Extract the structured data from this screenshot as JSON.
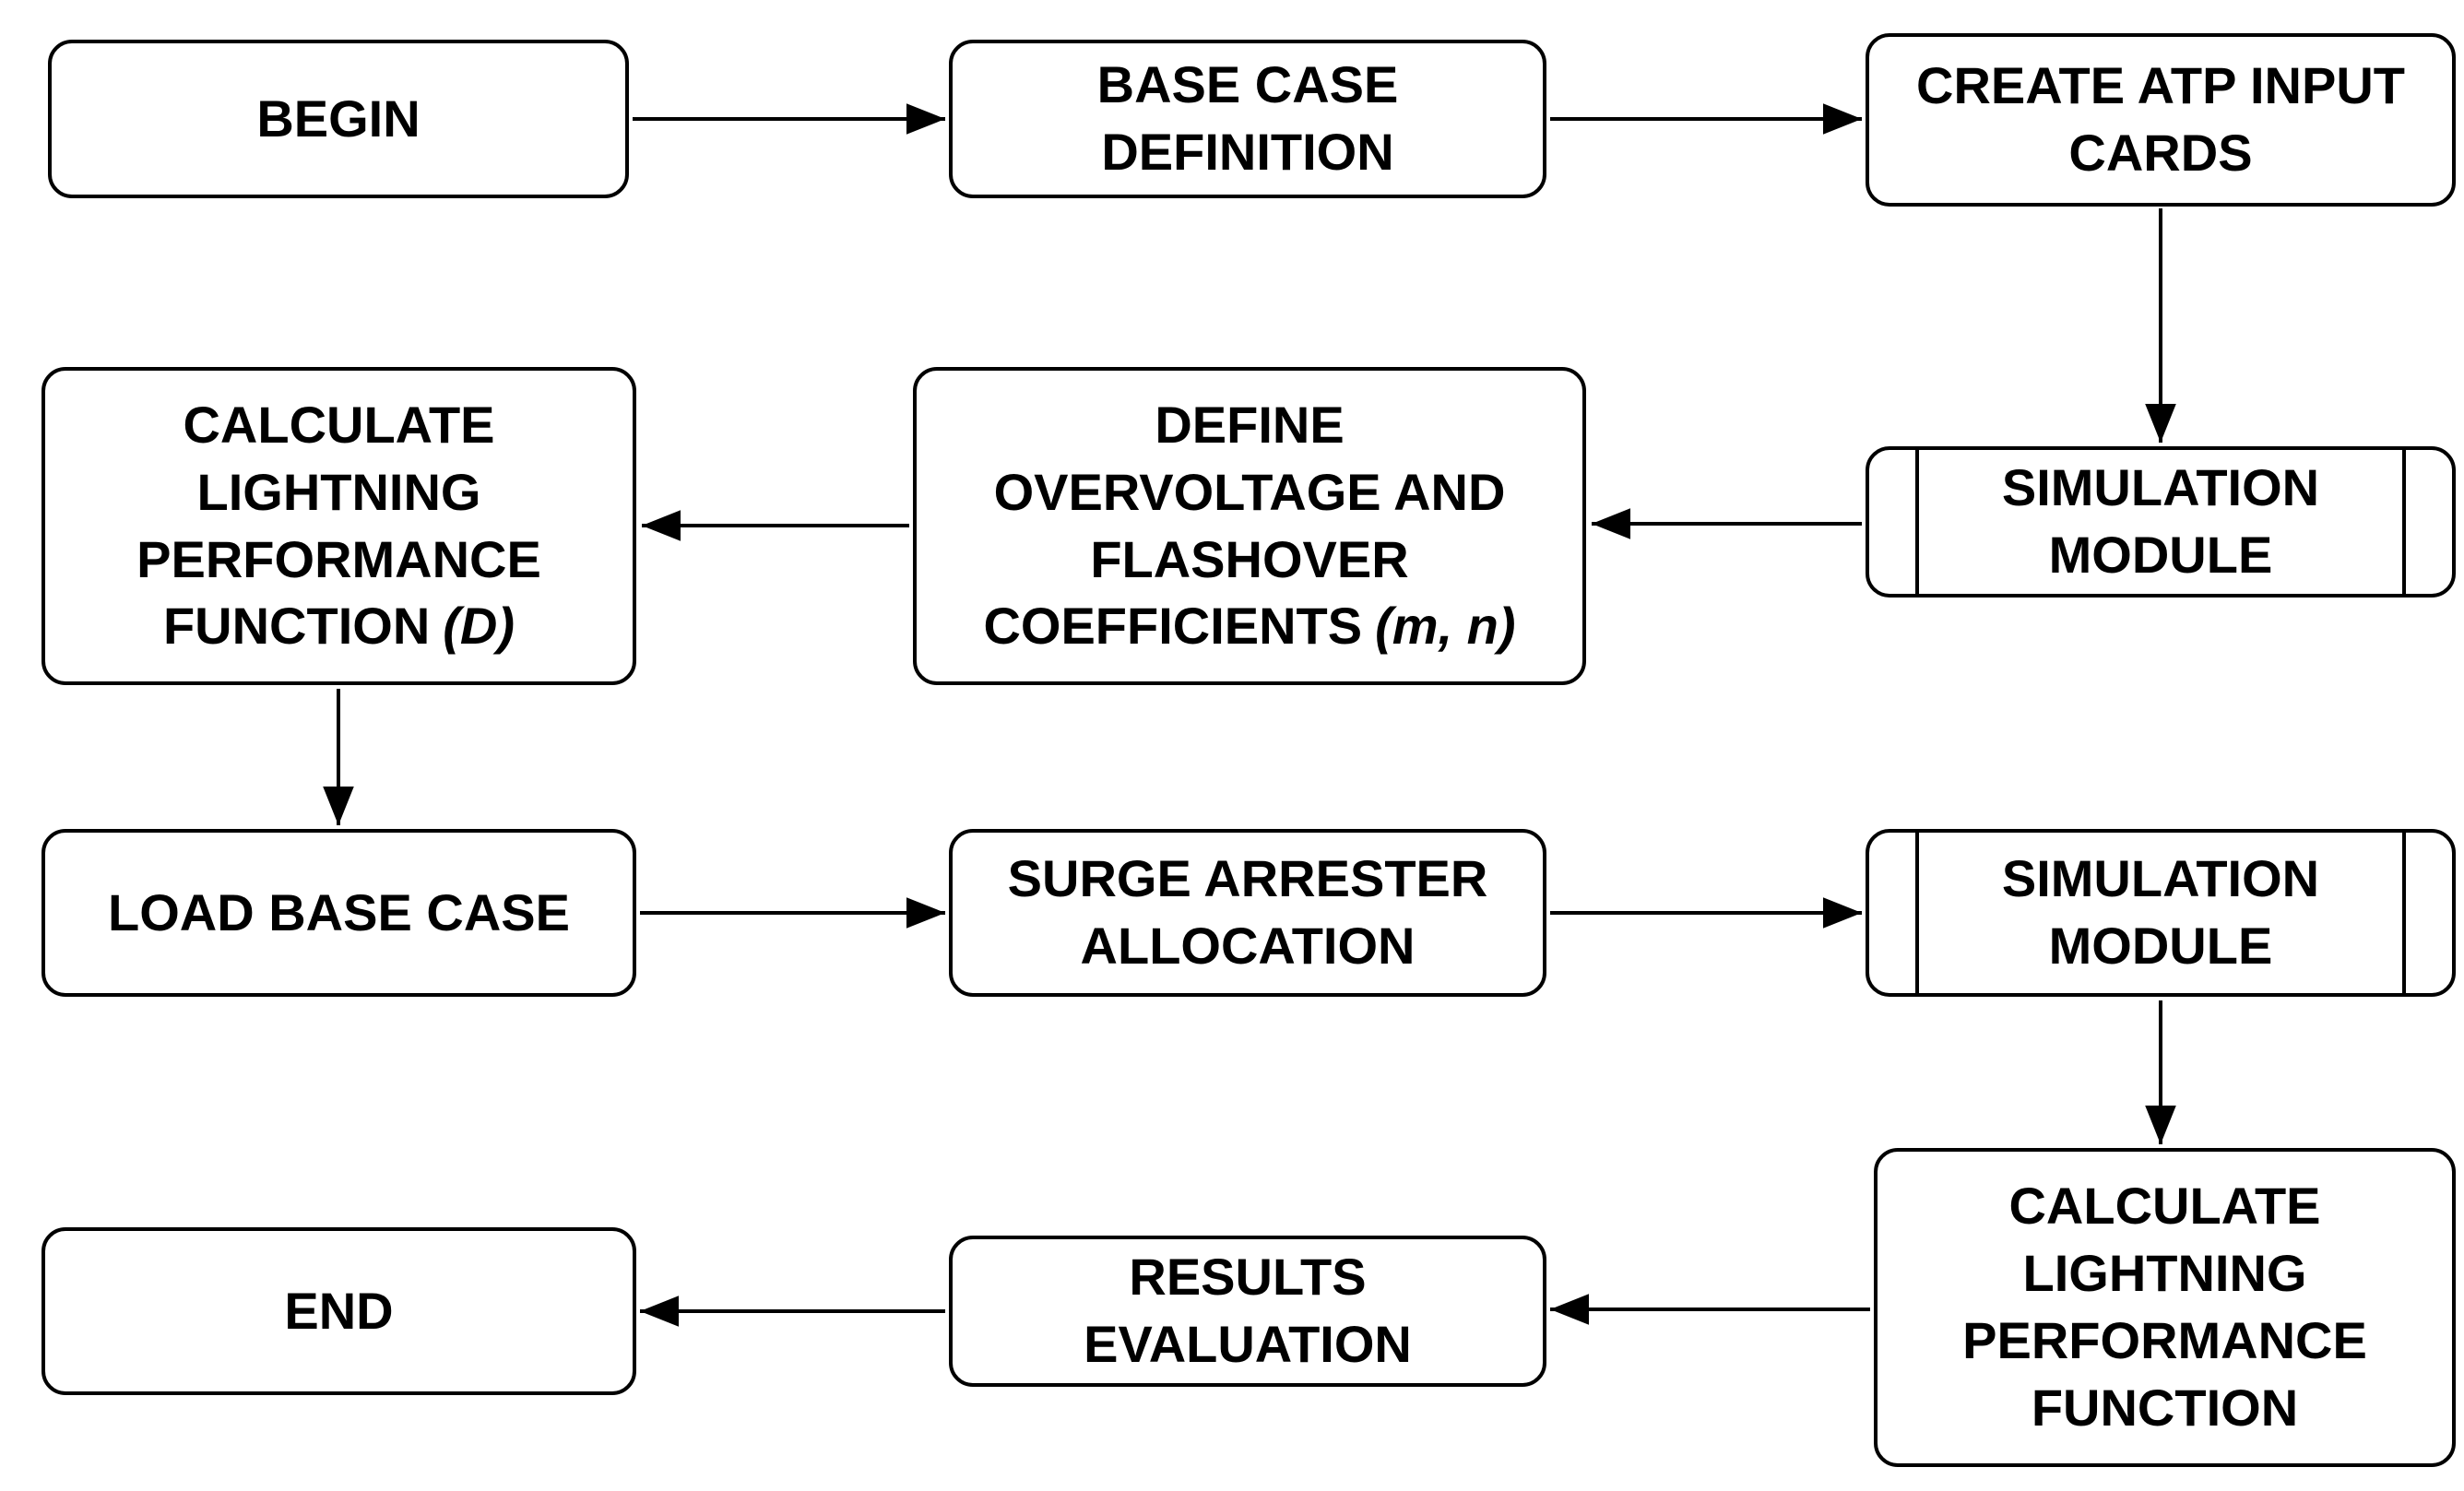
{
  "diagram": {
    "colors": {
      "background": "#ffffff",
      "stroke": "#000000",
      "text": "#000000"
    },
    "nodes": [
      {
        "id": "begin",
        "type": "process",
        "label": "BEGIN"
      },
      {
        "id": "base-case-definition",
        "type": "process",
        "label": "BASE CASE\nDEFINITION"
      },
      {
        "id": "create-atp-input-cards",
        "type": "process",
        "label": "CREATE ATP INPUT\nCARDS"
      },
      {
        "id": "simulation-module-1",
        "type": "predefined-process",
        "label": "SIMULATION\nMODULE"
      },
      {
        "id": "define-overvoltage-flashover-coefficients",
        "type": "process",
        "label": "DEFINE\nOVERVOLTAGE AND\nFLASHOVER\nCOEFFICIENTS",
        "suffix": "(m, n)"
      },
      {
        "id": "calculate-lightning-performance-function-d",
        "type": "process",
        "label": "CALCULATE\nLIGHTNING\nPERFORMANCE\nFUNCTION",
        "suffix": "(D)"
      },
      {
        "id": "load-base-case",
        "type": "process",
        "label": "LOAD BASE CASE"
      },
      {
        "id": "surge-arrester-allocation",
        "type": "process",
        "label": "SURGE ARRESTER\nALLOCATION"
      },
      {
        "id": "simulation-module-2",
        "type": "predefined-process",
        "label": "SIMULATION\nMODULE"
      },
      {
        "id": "calculate-lightning-performance-function",
        "type": "process",
        "label": "CALCULATE\nLIGHTNING\nPERFORMANCE\nFUNCTION"
      },
      {
        "id": "results-evaluation",
        "type": "process",
        "label": "RESULTS\nEVALUATION"
      },
      {
        "id": "end",
        "type": "process",
        "label": "END"
      }
    ],
    "edges": [
      {
        "from": "begin",
        "to": "base-case-definition"
      },
      {
        "from": "base-case-definition",
        "to": "create-atp-input-cards"
      },
      {
        "from": "create-atp-input-cards",
        "to": "simulation-module-1"
      },
      {
        "from": "simulation-module-1",
        "to": "define-overvoltage-flashover-coefficients"
      },
      {
        "from": "define-overvoltage-flashover-coefficients",
        "to": "calculate-lightning-performance-function-d"
      },
      {
        "from": "calculate-lightning-performance-function-d",
        "to": "load-base-case"
      },
      {
        "from": "load-base-case",
        "to": "surge-arrester-allocation"
      },
      {
        "from": "surge-arrester-allocation",
        "to": "simulation-module-2"
      },
      {
        "from": "simulation-module-2",
        "to": "calculate-lightning-performance-function"
      },
      {
        "from": "calculate-lightning-performance-function",
        "to": "results-evaluation"
      },
      {
        "from": "results-evaluation",
        "to": "end"
      }
    ]
  }
}
